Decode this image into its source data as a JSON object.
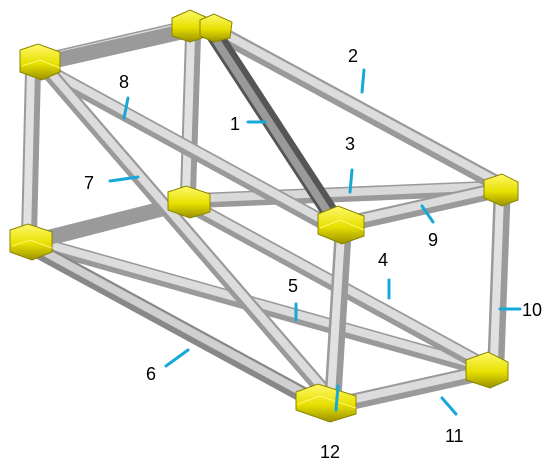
{
  "figure": {
    "type": "truss-frame-diagram",
    "colors": {
      "member": "#c8c8c8",
      "member_highlight": "#808080",
      "joint": "#e7e000",
      "leader": "#18a8d8",
      "background": "#ffffff"
    },
    "member_labels": [
      "1",
      "2",
      "3",
      "4",
      "5",
      "6",
      "7",
      "8",
      "9",
      "10",
      "11",
      "12"
    ]
  }
}
